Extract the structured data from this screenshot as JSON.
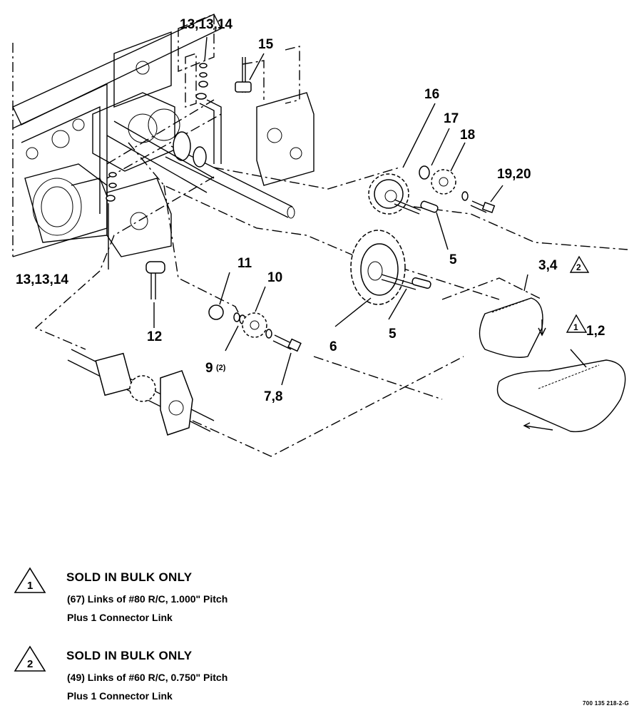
{
  "callouts": {
    "c_13_top": "13,13,14",
    "c_15": "15",
    "c_16": "16",
    "c_17": "17",
    "c_18": "18",
    "c_19_20": "19,20",
    "c_5_upper": "5",
    "c_3_4": "3,4",
    "c_13_left": "13,13,14",
    "c_11": "11",
    "c_10": "10",
    "c_12": "12",
    "c_9": "9",
    "c_9_qty": "(2)",
    "c_7_8": "7,8",
    "c_6": "6",
    "c_5_lower": "5",
    "c_1_2": "1,2"
  },
  "markers": {
    "note1_flag": "1",
    "note2_flag": "2"
  },
  "notes": [
    {
      "flag": "1",
      "title": "SOLD IN BULK ONLY",
      "line1": "(67) Links of #80 R/C, 1.000\" Pitch",
      "line2": "Plus 1 Connector Link"
    },
    {
      "flag": "2",
      "title": "SOLD IN BULK ONLY",
      "line1": "(49) Links of #60 R/C, 0.750\" Pitch",
      "line2": "Plus 1 Connector Link"
    }
  ],
  "figure_code": "700 135 218-2-G"
}
